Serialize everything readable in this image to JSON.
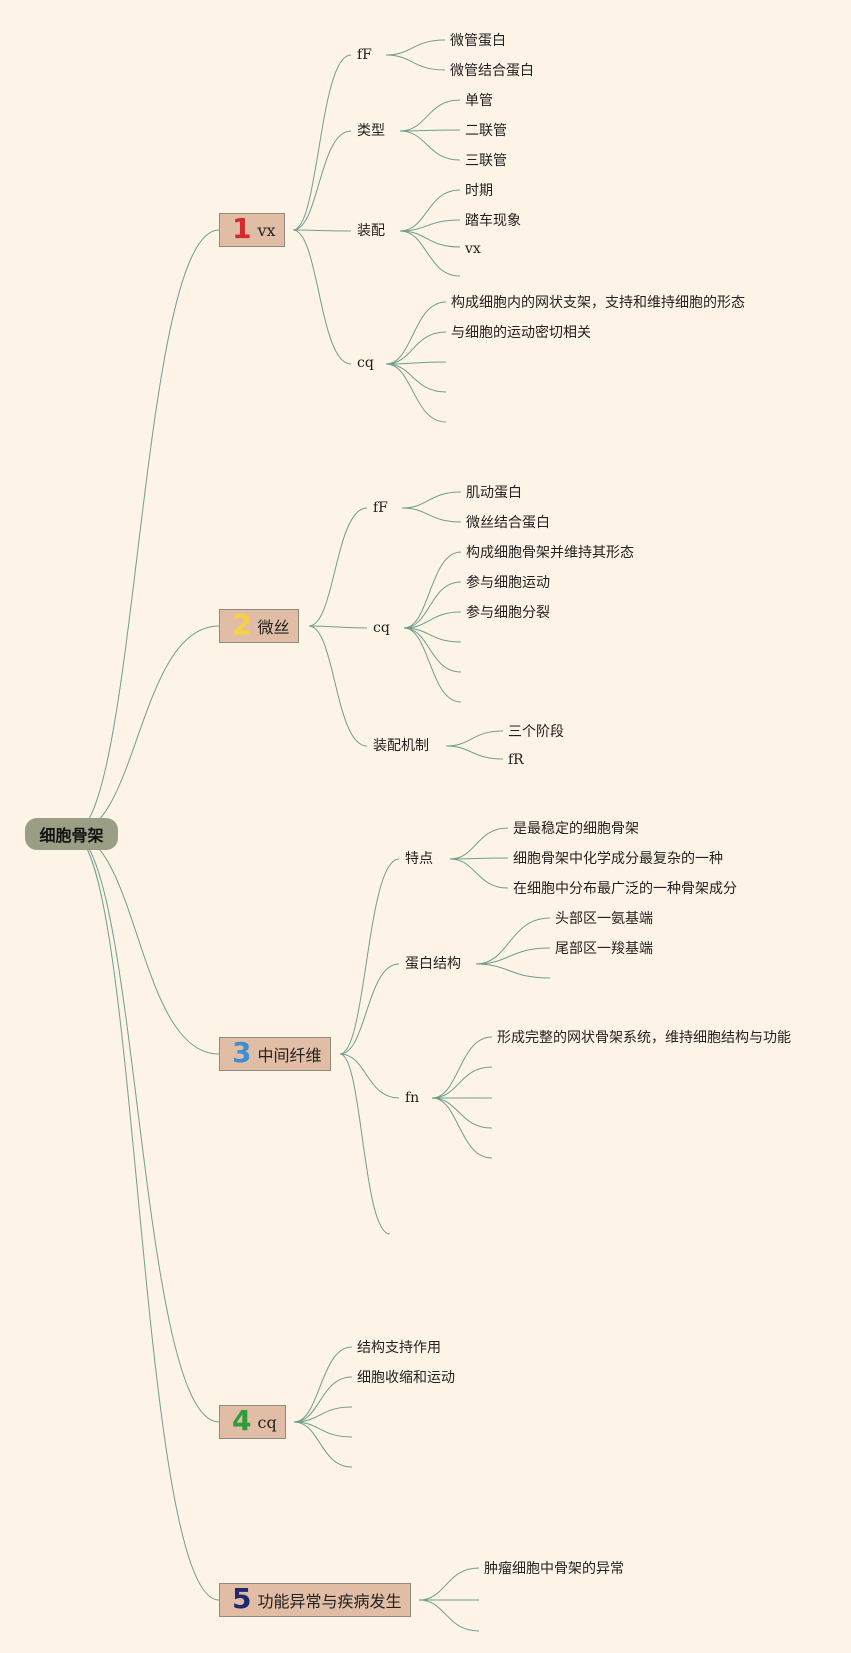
{
  "root": "细胞骨架",
  "branches": [
    {
      "num": "1",
      "label": "vx",
      "color": "#d42a2f",
      "children": [
        {
          "label": "fF",
          "leaves": [
            "微管蛋白",
            "微管结合蛋白"
          ]
        },
        {
          "label": "类型",
          "leaves": [
            "单管",
            "二联管",
            "三联管"
          ]
        },
        {
          "label": "装配",
          "leaves": [
            "时期",
            "踏车现象",
            "vx",
            ""
          ]
        },
        {
          "label": "cq",
          "leaves": [
            "构成细胞内的网状支架，支持和维持细胞的形态",
            "与细胞的运动密切相关",
            "",
            "",
            ""
          ]
        }
      ]
    },
    {
      "num": "2",
      "label": "微丝",
      "color": "#f4d33e",
      "children": [
        {
          "label": "fF",
          "leaves": [
            "肌动蛋白",
            "微丝结合蛋白"
          ]
        },
        {
          "label": "cq",
          "leaves": [
            "构成细胞骨架并维持其形态",
            "参与细胞运动",
            "参与细胞分裂",
            "",
            "",
            ""
          ]
        },
        {
          "label": "装配机制",
          "leaves": [
            "三个阶段",
            "fR"
          ]
        }
      ]
    },
    {
      "num": "3",
      "label": "中间纤维",
      "color": "#3d8fd0",
      "children": [
        {
          "label": "特点",
          "leaves": [
            "是最稳定的细胞骨架",
            "细胞骨架中化学成分最复杂的一种",
            "在细胞中分布最广泛的一种骨架成分"
          ]
        },
        {
          "label": "蛋白结构",
          "leaves": [
            "头部区一氨基端",
            "尾部区一羧基端",
            ""
          ]
        },
        {
          "label": "fn",
          "leaves": [
            "形成完整的网状骨架系统，维持细胞结构与功能",
            "",
            "",
            "",
            ""
          ]
        },
        {
          "label": "",
          "leaves": []
        }
      ]
    },
    {
      "num": "4",
      "label": "cq",
      "color": "#2e9c3c",
      "children": [
        {
          "label": "结构支持作用",
          "leaves": []
        },
        {
          "label": "细胞收缩和运动",
          "leaves": []
        },
        {
          "label": "",
          "leaves": []
        },
        {
          "label": "",
          "leaves": []
        },
        {
          "label": "",
          "leaves": []
        }
      ]
    },
    {
      "num": "5",
      "label": "功能异常与疾病发生",
      "color": "#1e2a6e",
      "children": [
        {
          "label": "肿瘤细胞中骨架的异常",
          "leaves": []
        },
        {
          "label": "",
          "leaves": []
        },
        {
          "label": "",
          "leaves": []
        }
      ]
    }
  ]
}
